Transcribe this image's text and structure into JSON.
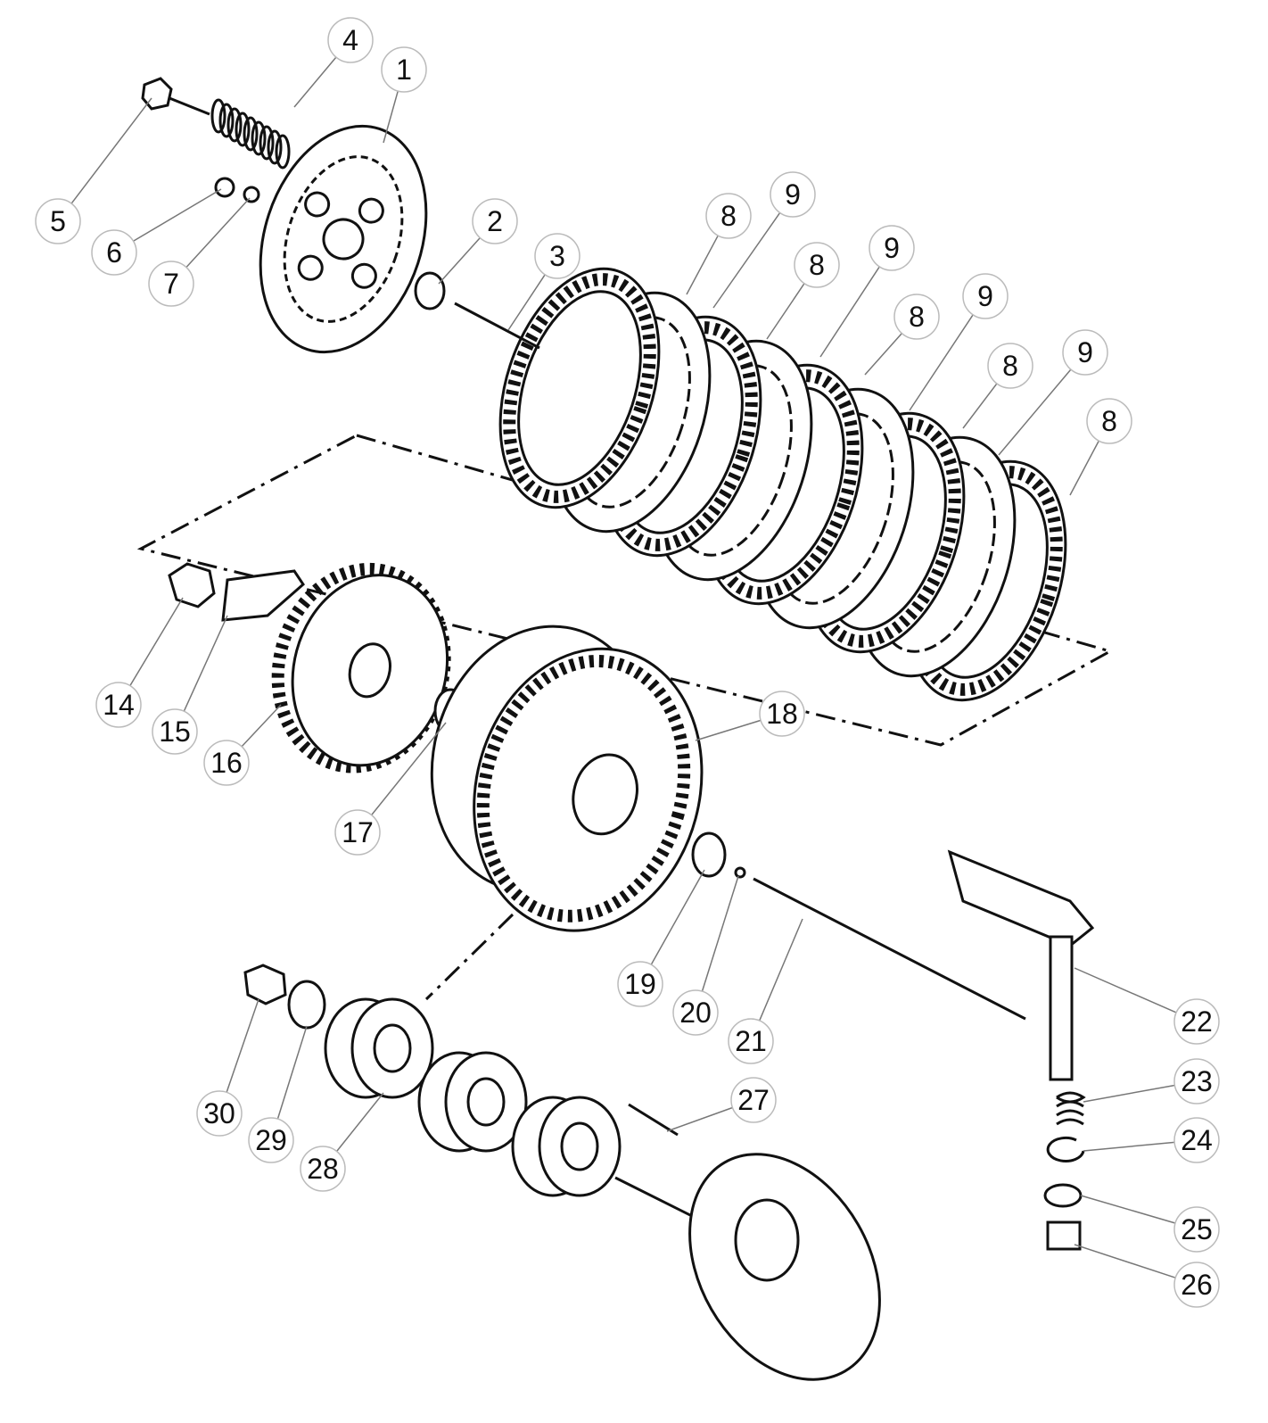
{
  "diagram": {
    "type": "exploded-parts-diagram",
    "callouts": [
      "1",
      "4",
      "5",
      "6",
      "7",
      "2",
      "3",
      "8",
      "9",
      "8",
      "9",
      "8",
      "9",
      "8",
      "9",
      "8",
      "14",
      "15",
      "16",
      "17",
      "18",
      "19",
      "20",
      "21",
      "22",
      "23",
      "24",
      "25",
      "26",
      "27",
      "28",
      "29",
      "30"
    ]
  }
}
